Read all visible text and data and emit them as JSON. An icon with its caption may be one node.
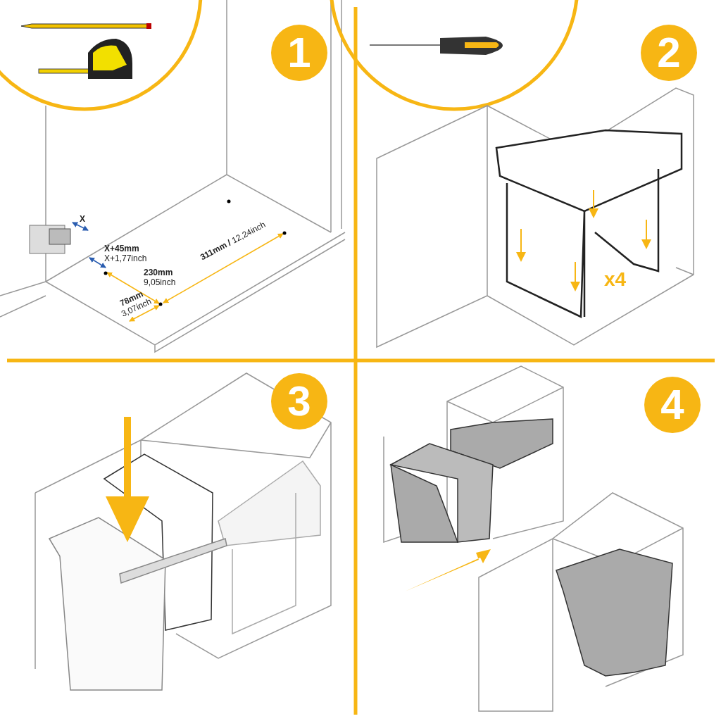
{
  "diagram": {
    "labels": [
      "1",
      "X",
      "X+45mm",
      "X+1,77inch",
      "230mm",
      "9,05inch",
      "78mm",
      "3,07inch",
      "**311mm /** 12,24inch",
      "2",
      "x4",
      "3",
      "4"
    ]
  }
}
